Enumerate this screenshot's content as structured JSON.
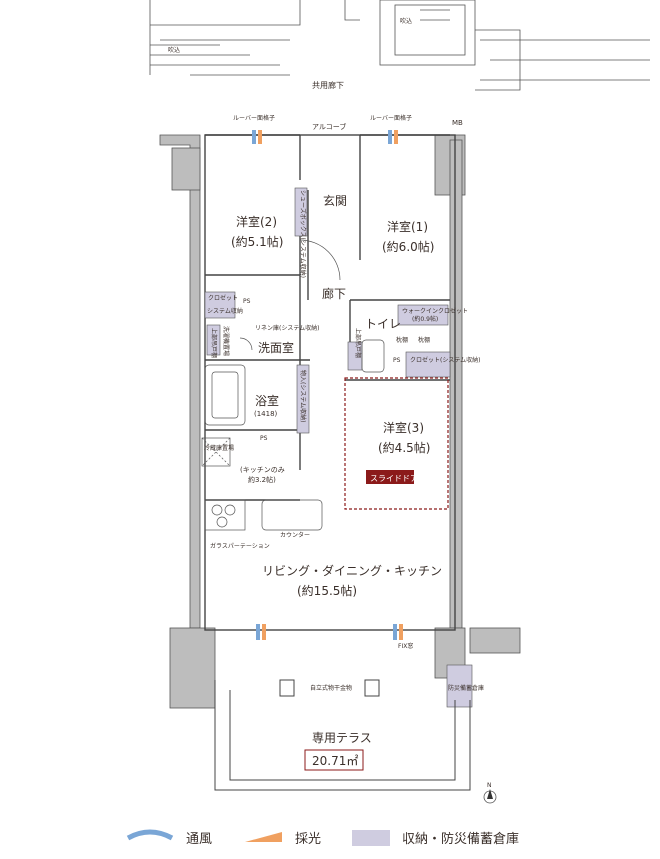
{
  "labels": {
    "common_corridor": "共用廊下",
    "alcove": "アルコーブ",
    "mb": "MB",
    "louver1": "ルーバー面格子",
    "louver2": "ルーバー面格子",
    "fukikomi1": "吹込",
    "fukikomi2": "吹込",
    "room2": "洋室(2)",
    "room2_size": "(約5.1帖)",
    "room1": "洋室(1)",
    "room1_size": "(約6.0帖)",
    "room3": "洋室(3)",
    "room3_size": "(約4.5帖)",
    "entrance": "玄関",
    "shoebox": "シューズボックス(システム収納)",
    "hallway": "廊下",
    "toilet": "トイレ",
    "toilet_shelf": "上部吊戸棚",
    "walkin": "ウォークインクロゼット",
    "walkin_size": "(約0.9帖)",
    "shelf1": "枕棚",
    "shelf2": "枕棚",
    "closet_sys": "クロゼット(システム収納)",
    "closet_left": "クロゼット",
    "closet_left_sub": "システム収納",
    "ps1": "PS",
    "ps2": "PS",
    "ps3": "PS",
    "washroom": "洗面室",
    "linen": "リネン庫(システム収納)",
    "washer": "洗濯機置場",
    "upper_cab": "上部吊戸棚",
    "storage": "物入(システム収納)",
    "bath": "浴室",
    "bath_size": "(1418)",
    "fridge": "冷蔵庫置場",
    "kitchen_only": "(キッチンのみ",
    "kitchen_size": "約3.2帖)",
    "counter": "カウンター",
    "glass_partition": "ガラスパーテーション",
    "ldk": "リビング・ダイニング・キッチン",
    "ldk_size": "(約15.5帖)",
    "slide_door": "スライドドア",
    "fix_window": "FIX窓",
    "laundry_pole": "自立式物干金物",
    "disaster_storage": "防災備蓄倉庫",
    "terrace": "専用テラス",
    "terrace_area": "20.71㎡",
    "north": "N"
  },
  "legend": [
    {
      "label": "通風",
      "color": "#7aa6d6"
    },
    {
      "label": "採光",
      "color": "#f0a060"
    },
    {
      "label": "収納・防災備蓄倉庫",
      "color": "#cfcce0"
    }
  ],
  "colors": {
    "wall": "#bdbdbd",
    "line": "#4a4a4a",
    "storage": "#cfcce0",
    "accent": "#8b1a1a"
  }
}
